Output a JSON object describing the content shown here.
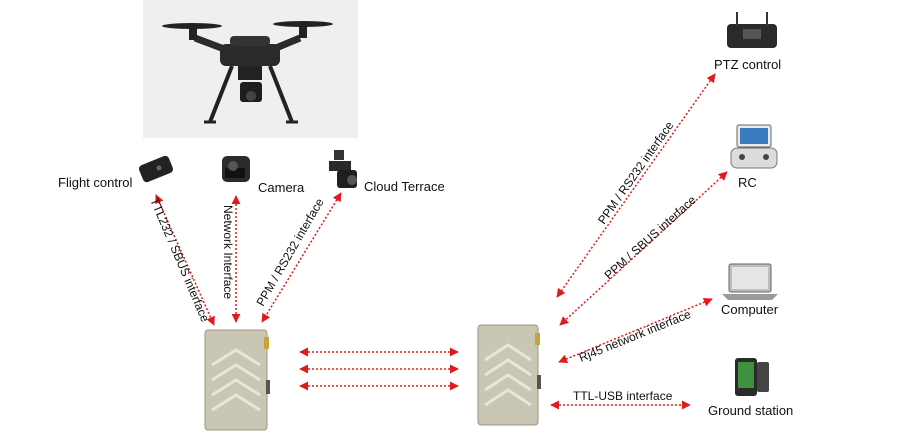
{
  "devices": {
    "flight_control": "Flight control",
    "camera": "Camera",
    "cloud_terrace": "Cloud Terrace",
    "ptz_control": "PTZ control",
    "rc": "RC",
    "computer": "Computer",
    "ground_station": "Ground station"
  },
  "interfaces": {
    "ttl232_sbus": "TTL232 / SBUS interface",
    "network": "Network Interface",
    "ppm_rs232_air": "PPM / RS232 interface",
    "ppm_rs232_ground": "PPM / RS232 interface",
    "ppm_sbus": "PPM / SBUS interface",
    "rj45": "Rj45 network interface",
    "ttl_usb": "TTL-USB interface"
  },
  "colors": {
    "link": "#e01b1b",
    "module_body": "#c9c6b4",
    "drone": "#2a2a2a"
  }
}
